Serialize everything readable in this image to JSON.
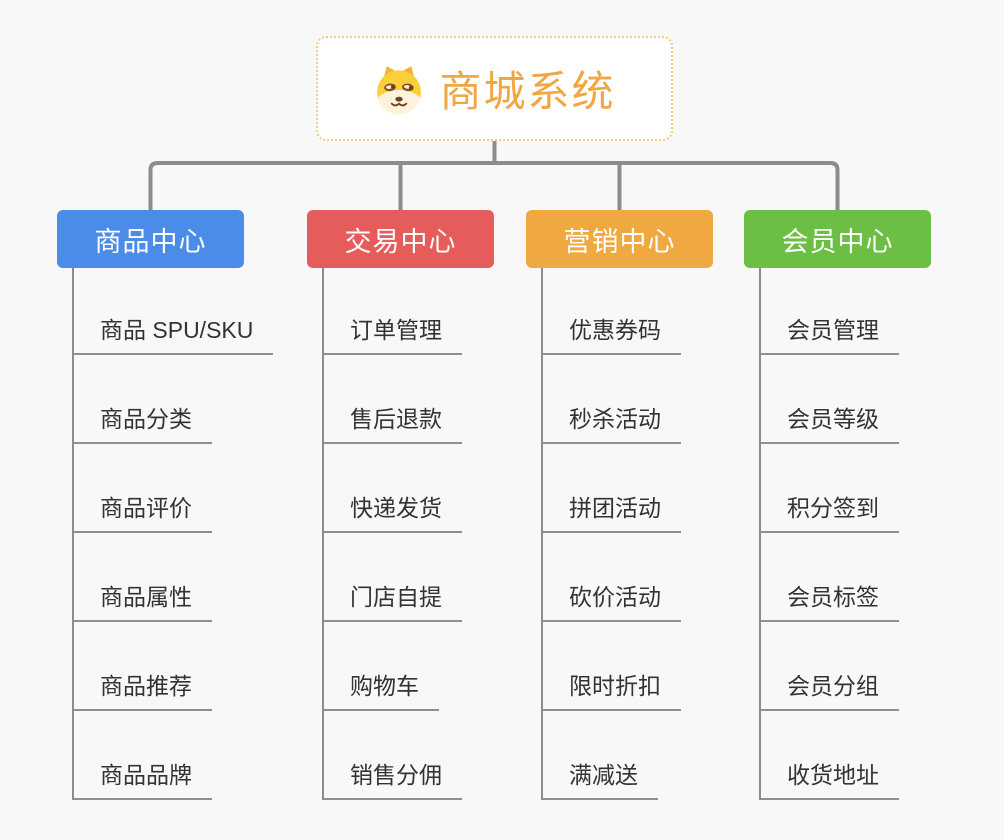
{
  "root": {
    "label": "商城系统",
    "icon": "doge-dog-face-icon"
  },
  "branches": [
    {
      "label": "商品中心",
      "color": "#4a8ce8",
      "items": [
        "商品 SPU/SKU",
        "商品分类",
        "商品评价",
        "商品属性",
        "商品推荐",
        "商品品牌"
      ]
    },
    {
      "label": "交易中心",
      "color": "#e55c5b",
      "items": [
        "订单管理",
        "售后退款",
        "快递发货",
        "门店自提",
        "购物车",
        "销售分佣"
      ]
    },
    {
      "label": "营销中心",
      "color": "#efa940",
      "items": [
        "优惠券码",
        "秒杀活动",
        "拼团活动",
        "砍价活动",
        "限时折扣",
        "满减送"
      ]
    },
    {
      "label": "会员中心",
      "color": "#6cbe44",
      "items": [
        "会员管理",
        "会员等级",
        "积分签到",
        "会员标签",
        "会员分组",
        "收货地址"
      ]
    }
  ],
  "colors": {
    "background": "#f8f8f8",
    "connector_line": "#8c8c8c",
    "leaf_underline": "#8f8f8f",
    "leaf_text": "#333333",
    "root_border": "#f6c97e",
    "root_text": "#f0a643"
  }
}
